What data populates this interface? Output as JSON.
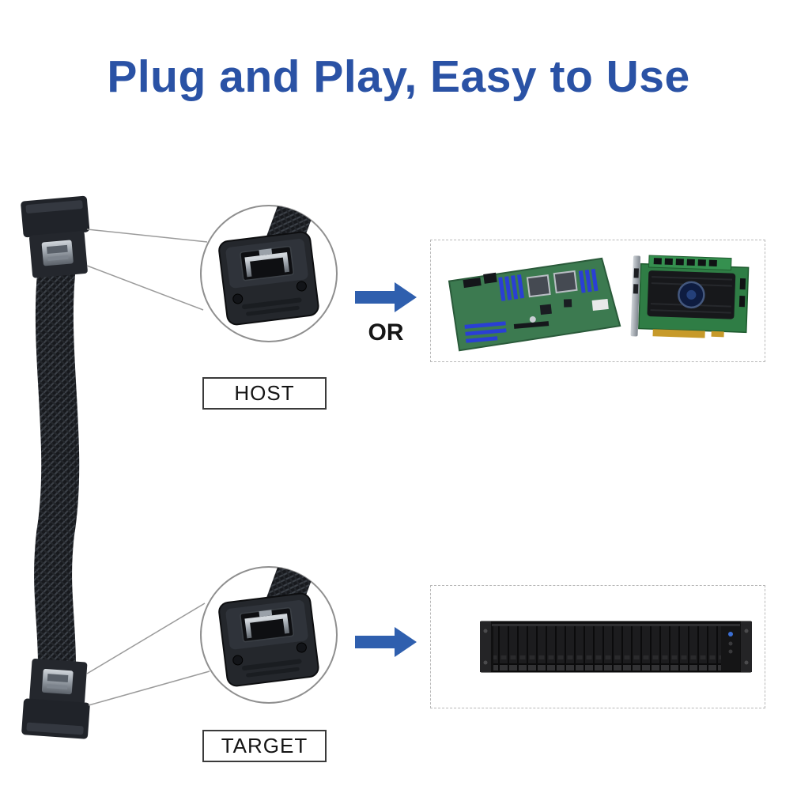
{
  "title": "Plug and Play, Easy to Use",
  "labels": {
    "or": "OR",
    "host": "HOST",
    "target": "TARGET"
  },
  "colors": {
    "title_blue": "#2a52a5",
    "arrow_blue": "#2f5fae",
    "pcb_green": "#3c7a50",
    "slot_blue": "#2a3fd4",
    "cable_black": "#1b1d21",
    "chassis_black": "#101011",
    "label_border": "#3a3a3a",
    "dashed_border": "#b8b8b8"
  },
  "images": {
    "cable": "mini-sas-cable-photo",
    "host_closeup": "mini-sas-connector-closeup",
    "target_closeup": "mini-sas-connector-closeup",
    "host_device_left": "server-motherboard-photo",
    "host_device_right": "raid-controller-card-photo",
    "target_device": "server-drive-bay-chassis-photo"
  }
}
